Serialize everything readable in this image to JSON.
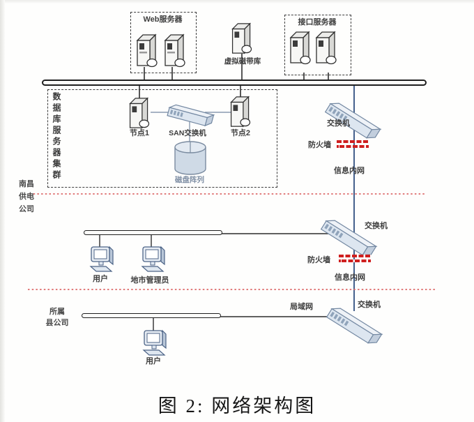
{
  "caption": "图 2: 网络架构图",
  "colors": {
    "wire_dark": "#2c2c2c",
    "wire_blue": "#44608c",
    "wire_gray_blue": "#8a9ab0",
    "firewall_red": "#cf1f1f",
    "zone_divider_red": "#dd6a6a",
    "device_fill": "#dde6f0",
    "device_edge": "#7287a1"
  },
  "top": {
    "web_box_label": "Web服务器",
    "tape_label": "虚拟磁带库",
    "interface_box_label": "接口服务器"
  },
  "cluster": {
    "box_label": "数据库服务器集群",
    "node1": "节点1",
    "san_switch": "SAN交换机",
    "node2": "节点2",
    "disk_array": "磁盘阵列"
  },
  "right": {
    "switch1": "交换机",
    "firewall1": "防火墙",
    "intranet1": "信息内网",
    "switch2": "交换机",
    "firewall2": "防火墙",
    "intranet2": "信息内网",
    "lan": "局域网",
    "switch3": "交换机"
  },
  "left": {
    "company": [
      "南昌",
      "供电",
      "公司"
    ],
    "county": [
      "所属",
      "县公司"
    ]
  },
  "mid": {
    "user1": "用户",
    "admin": "地市管理员"
  },
  "bottom": {
    "user2": "用户"
  }
}
